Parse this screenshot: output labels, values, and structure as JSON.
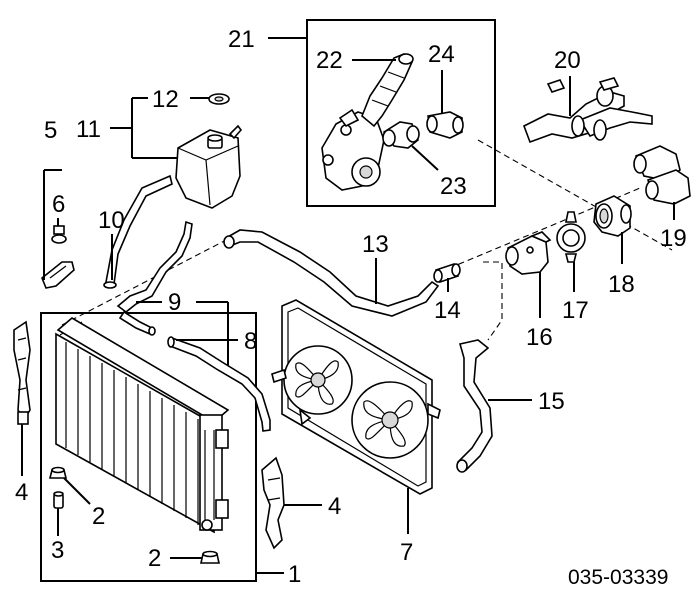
{
  "diagram_code": "035-03339",
  "callouts": {
    "c1": "1",
    "c2a": "2",
    "c2b": "2",
    "c3": "3",
    "c4a": "4",
    "c4b": "4",
    "c5": "5",
    "c6": "6",
    "c7": "7",
    "c8": "8",
    "c9": "9",
    "c10": "10",
    "c11": "11",
    "c12": "12",
    "c13": "13",
    "c14": "14",
    "c15": "15",
    "c16": "16",
    "c17": "17",
    "c18": "18",
    "c19": "19",
    "c20": "20",
    "c21": "21",
    "c22": "22",
    "c23": "23",
    "c24": "24"
  }
}
